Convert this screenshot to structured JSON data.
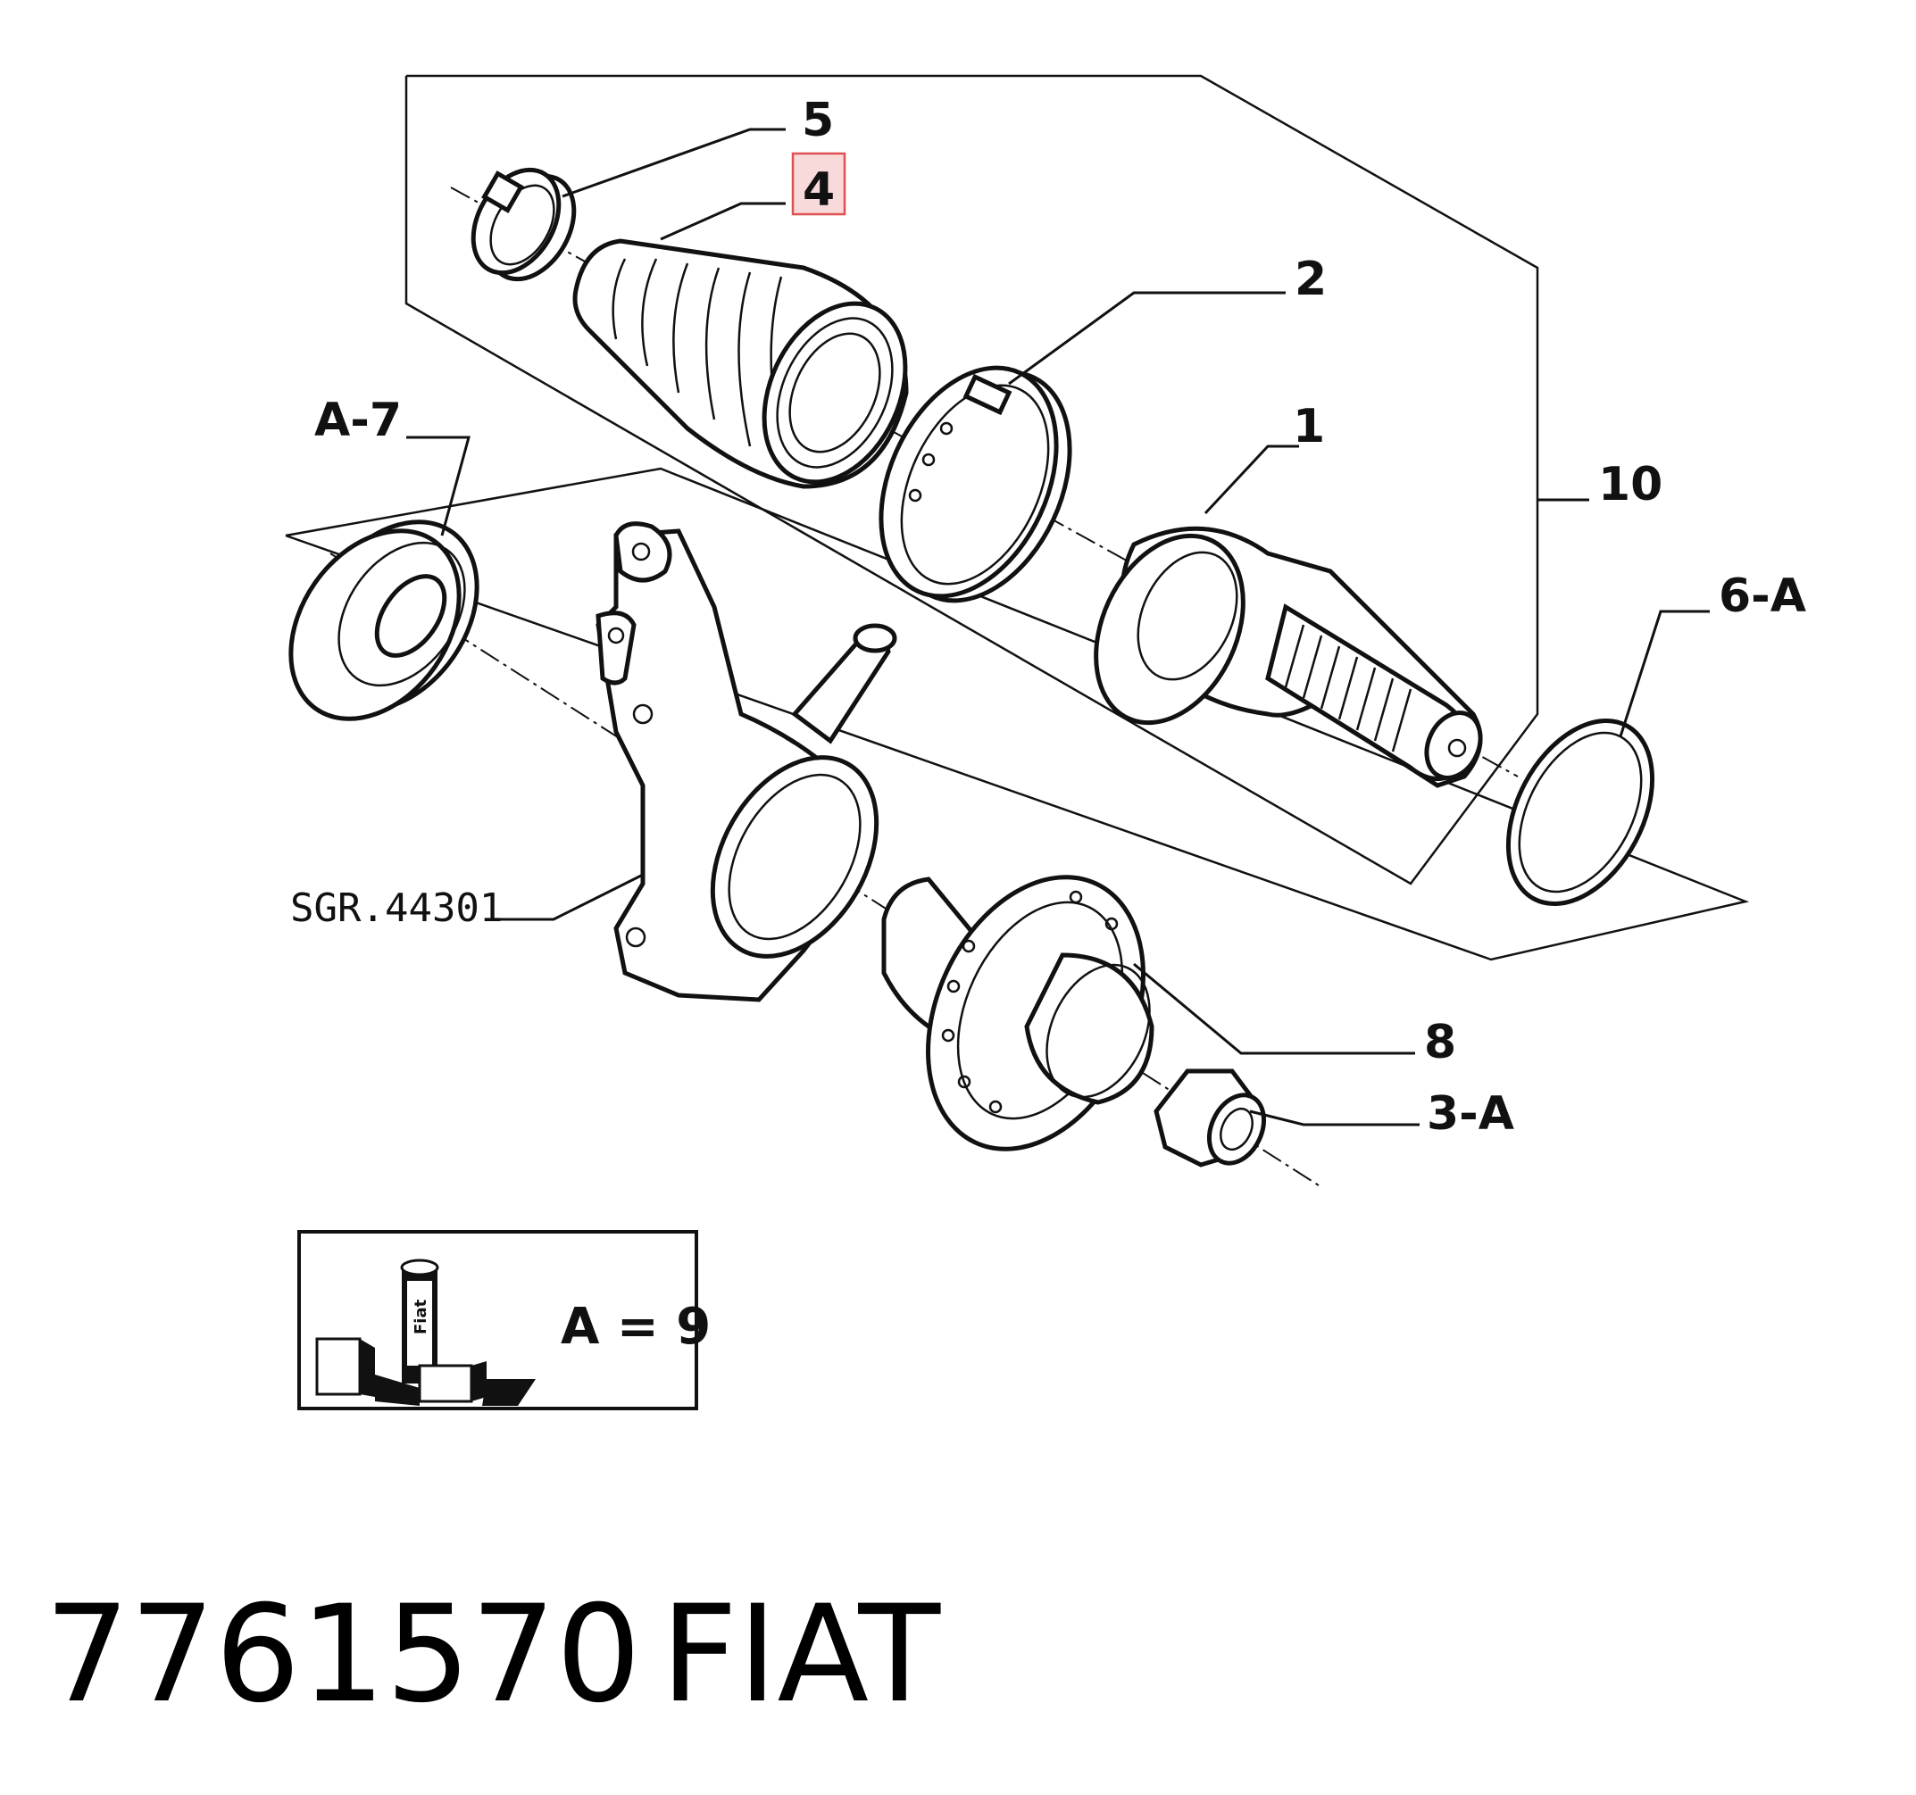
{
  "callouts": {
    "c5": "5",
    "c4": "4",
    "c2": "2",
    "c1": "1",
    "c10": "10",
    "c6a": "6-A",
    "ca7": "A-7",
    "csgr": "SGR.44301",
    "c8": "8",
    "c3a": "3-A"
  },
  "legend": {
    "equation": "A = 9",
    "can_label": "Fiat"
  },
  "footer": {
    "part_number": "7761570",
    "brand": "FIAT"
  },
  "colors": {
    "highlight_fill": "#f9dada",
    "highlight_stroke": "#e05050",
    "ink": "#111111"
  }
}
